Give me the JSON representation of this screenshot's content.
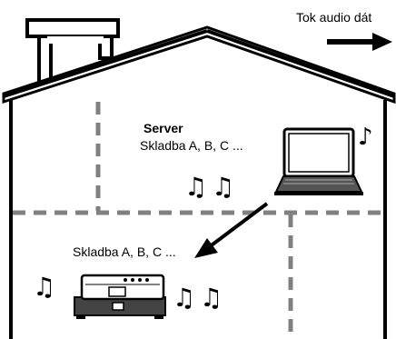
{
  "legend": {
    "label": "Tok audio dát"
  },
  "server": {
    "title": "Server",
    "tracks": "Skladba A, B, C ..."
  },
  "player": {
    "tracks": "Skladba A, B, C ..."
  },
  "music_notes": {
    "quarter": "♪",
    "eighths": "♫"
  },
  "icons": {
    "laptop": "laptop-icon",
    "player": "audio-player-icon",
    "arrow": "arrow-icon"
  }
}
